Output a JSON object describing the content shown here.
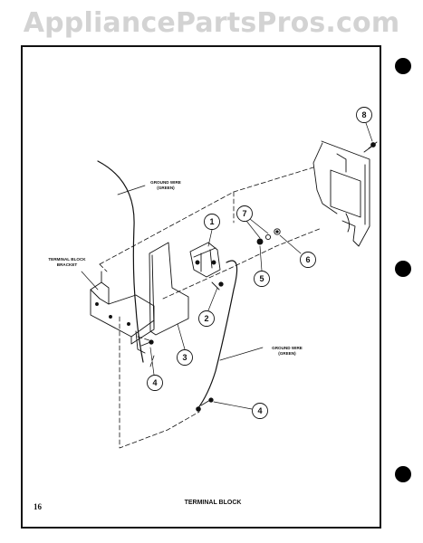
{
  "watermark": "AppliancePartsPros.com",
  "page_number": "16",
  "caption": "TERMINAL BLOCK",
  "labels": {
    "ground_wire_top": [
      "GROUND WIRE",
      "(GREEN)"
    ],
    "terminal_block_bracket": [
      "TERMINAL BLOCK",
      "BRACKET"
    ],
    "ground_wire_bottom": [
      "GROUND WIRE",
      "(GREEN)"
    ]
  },
  "callouts": [
    "1",
    "2",
    "3",
    "4",
    "4",
    "5",
    "6",
    "7",
    "8"
  ],
  "colors": {
    "ink": "#111111",
    "watermark": "#d3d3d3",
    "paper": "#ffffff"
  }
}
